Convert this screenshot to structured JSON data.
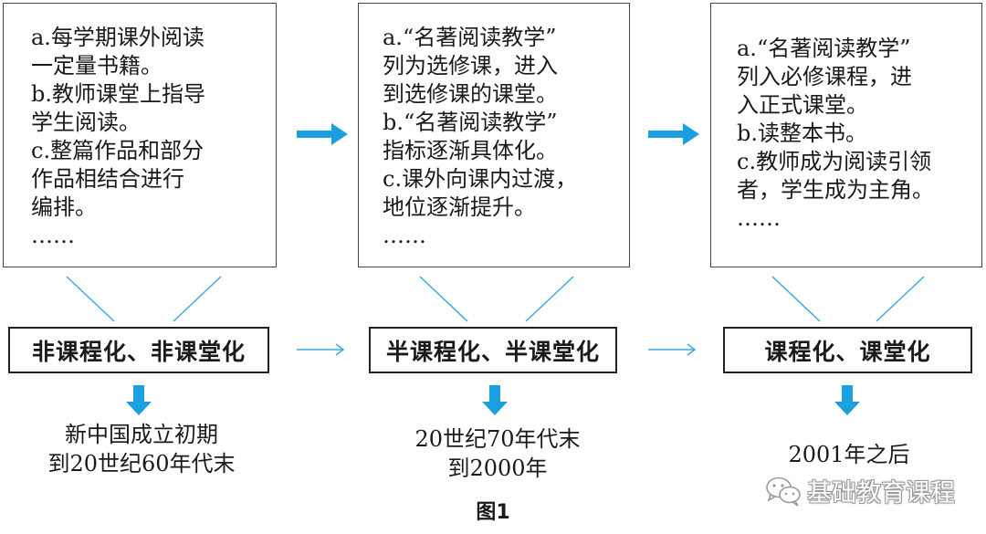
{
  "colors": {
    "accent_blue": "#1aa0e0",
    "connector_blue": "#3aabe0",
    "border": "#222222"
  },
  "boxes": [
    {
      "lines": [
        "a.每学期课外阅读",
        "一定量书籍。",
        "b.教师课堂上指导",
        "学生阅读。",
        "c.整篇作品和部分",
        "作品相结合进行",
        "编排。",
        "……"
      ]
    },
    {
      "lines": [
        "a.“名著阅读教学”",
        "列为选修课，进入",
        "到选修课的课堂。",
        "b.“名著阅读教学”",
        "指标逐渐具体化。",
        "c.课外向课内过渡，",
        "地位逐渐提升。",
        "……"
      ]
    },
    {
      "lines": [
        "a.“名著阅读教学”",
        "列入必修课程，进",
        "入正式课堂。",
        "b.读整本书。",
        "c.教师成为阅读引领",
        "者，学生成为主角。",
        "……"
      ]
    }
  ],
  "stages": [
    {
      "label": "非课程化、非课堂化"
    },
    {
      "label": "半课程化、半课堂化"
    },
    {
      "label": "课程化、课堂化"
    }
  ],
  "periods": [
    {
      "lines": [
        "新中国成立初期",
        "到20世纪60年代末"
      ]
    },
    {
      "lines": [
        "20世纪70年代末",
        "到2000年"
      ]
    },
    {
      "lines": [
        "2001年之后"
      ]
    }
  ],
  "caption": "图1",
  "watermark": {
    "icon": "wechat-icon",
    "text": "基础教育课程"
  }
}
